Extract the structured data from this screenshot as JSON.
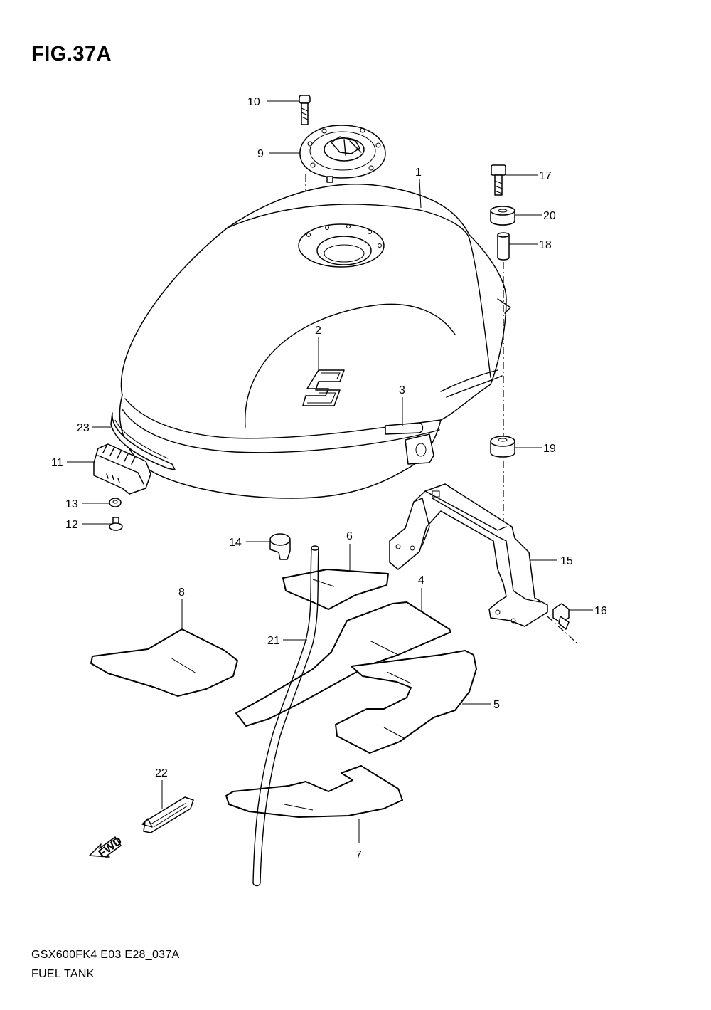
{
  "figure": {
    "title": "FIG.37A"
  },
  "footer": {
    "model_code": "GSX600FK4 E03 E28_037A",
    "assembly_name": "FUEL TANK"
  },
  "fwd_label": "FWD",
  "callouts": [
    "1",
    "2",
    "3",
    "4",
    "5",
    "6",
    "7",
    "8",
    "9",
    "10",
    "11",
    "12",
    "13",
    "14",
    "15",
    "16",
    "17",
    "18",
    "19",
    "20",
    "21",
    "22",
    "23"
  ]
}
